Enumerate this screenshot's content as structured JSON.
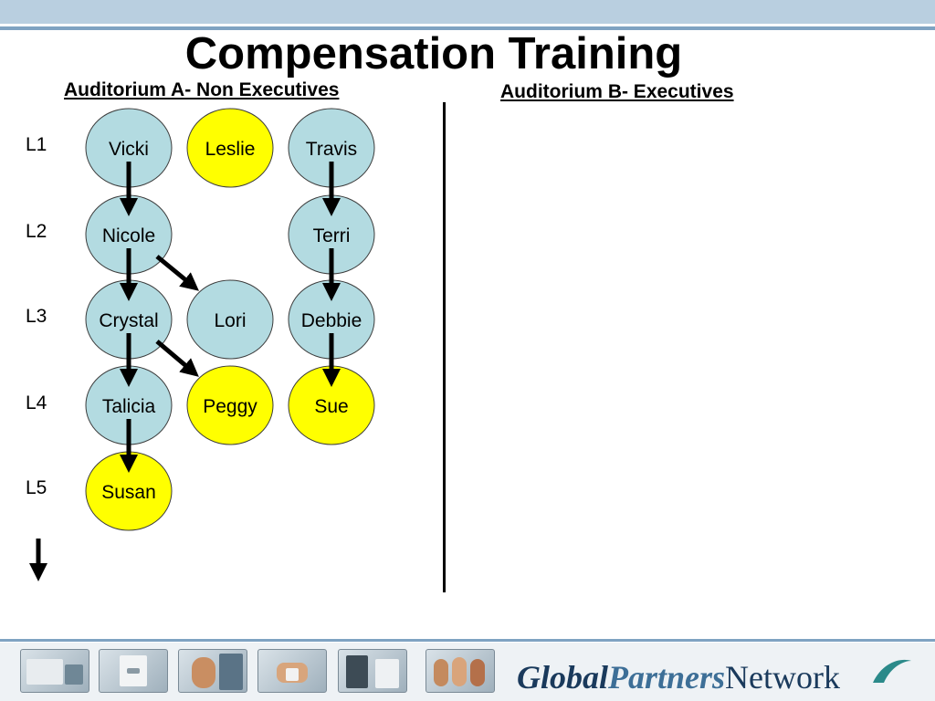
{
  "slide": {
    "title": "Compensation Training",
    "auditorium_a": "Auditorium A- Non Executives",
    "auditorium_b": "Auditorium B- Executives"
  },
  "levels": [
    "L1",
    "L2",
    "L3",
    "L4",
    "L5"
  ],
  "nodes": [
    {
      "id": "vicki",
      "label": "Vicki",
      "level": "L1",
      "column": 1,
      "highlight": false
    },
    {
      "id": "leslie",
      "label": "Leslie",
      "level": "L1",
      "column": 2,
      "highlight": true
    },
    {
      "id": "travis",
      "label": "Travis",
      "level": "L1",
      "column": 3,
      "highlight": false
    },
    {
      "id": "nicole",
      "label": "Nicole",
      "level": "L2",
      "column": 1,
      "highlight": false
    },
    {
      "id": "terri",
      "label": "Terri",
      "level": "L2",
      "column": 3,
      "highlight": false
    },
    {
      "id": "crystal",
      "label": "Crystal",
      "level": "L3",
      "column": 1,
      "highlight": false
    },
    {
      "id": "lori",
      "label": "Lori",
      "level": "L3",
      "column": 2,
      "highlight": false
    },
    {
      "id": "debbie",
      "label": "Debbie",
      "level": "L3",
      "column": 3,
      "highlight": false
    },
    {
      "id": "talicia",
      "label": "Talicia",
      "level": "L4",
      "column": 1,
      "highlight": false
    },
    {
      "id": "peggy",
      "label": "Peggy",
      "level": "L4",
      "column": 2,
      "highlight": true
    },
    {
      "id": "sue",
      "label": "Sue",
      "level": "L4",
      "column": 3,
      "highlight": true
    },
    {
      "id": "susan",
      "label": "Susan",
      "level": "L5",
      "column": 1,
      "highlight": true
    }
  ],
  "edges": [
    {
      "from": "vicki",
      "to": "nicole"
    },
    {
      "from": "nicole",
      "to": "crystal"
    },
    {
      "from": "nicole",
      "to": "lori"
    },
    {
      "from": "crystal",
      "to": "talicia"
    },
    {
      "from": "crystal",
      "to": "peggy"
    },
    {
      "from": "talicia",
      "to": "susan"
    },
    {
      "from": "travis",
      "to": "terri"
    },
    {
      "from": "terri",
      "to": "debbie"
    },
    {
      "from": "debbie",
      "to": "sue"
    }
  ],
  "colors": {
    "node_default": "#b3dbe1",
    "node_highlight": "#ffff00",
    "node_stroke": "#3c3c3c",
    "arrow": "#000000"
  },
  "footer": {
    "logo_global": "Global",
    "logo_partners": "Partners",
    "logo_network": "Network",
    "photo_thumbnails": [
      "equipment-photo",
      "device-photo",
      "person-photo",
      "hand-device-photo",
      "doctor-photo",
      "group-photo"
    ]
  }
}
